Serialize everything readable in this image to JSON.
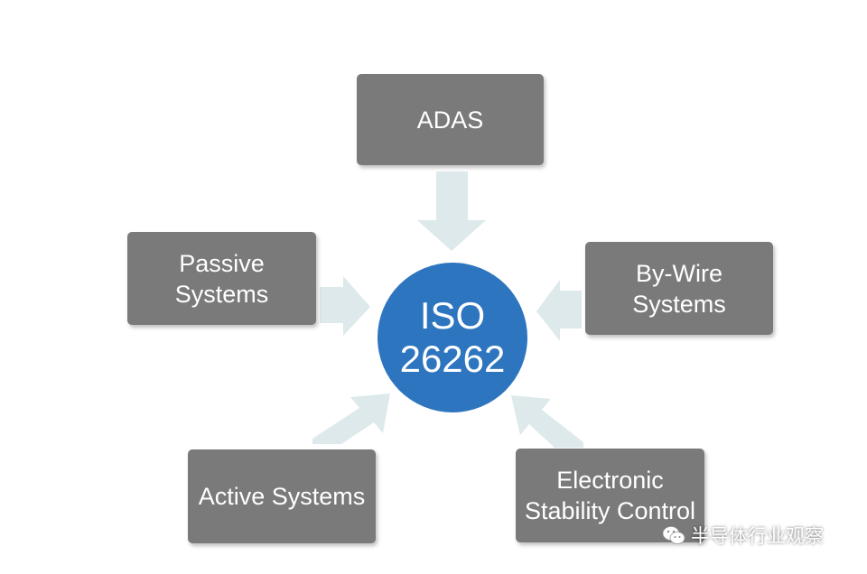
{
  "hub": {
    "line1": "ISO",
    "line2": "26262"
  },
  "nodes": {
    "adas": {
      "label": "ADAS"
    },
    "passive": {
      "line1": "Passive",
      "line2": "Systems"
    },
    "bywire": {
      "line1": "By-Wire",
      "line2": "Systems"
    },
    "active": {
      "label": "Active Systems"
    },
    "esc": {
      "line1": "Electronic",
      "line2": "Stability Control"
    }
  },
  "watermark": {
    "text": "半导体行业观察",
    "icon": "wechat-icon"
  },
  "colors": {
    "box": "#7a7a7a",
    "hub": "#2e75c0",
    "arrow": "#dde9ea",
    "text": "#ffffff"
  }
}
